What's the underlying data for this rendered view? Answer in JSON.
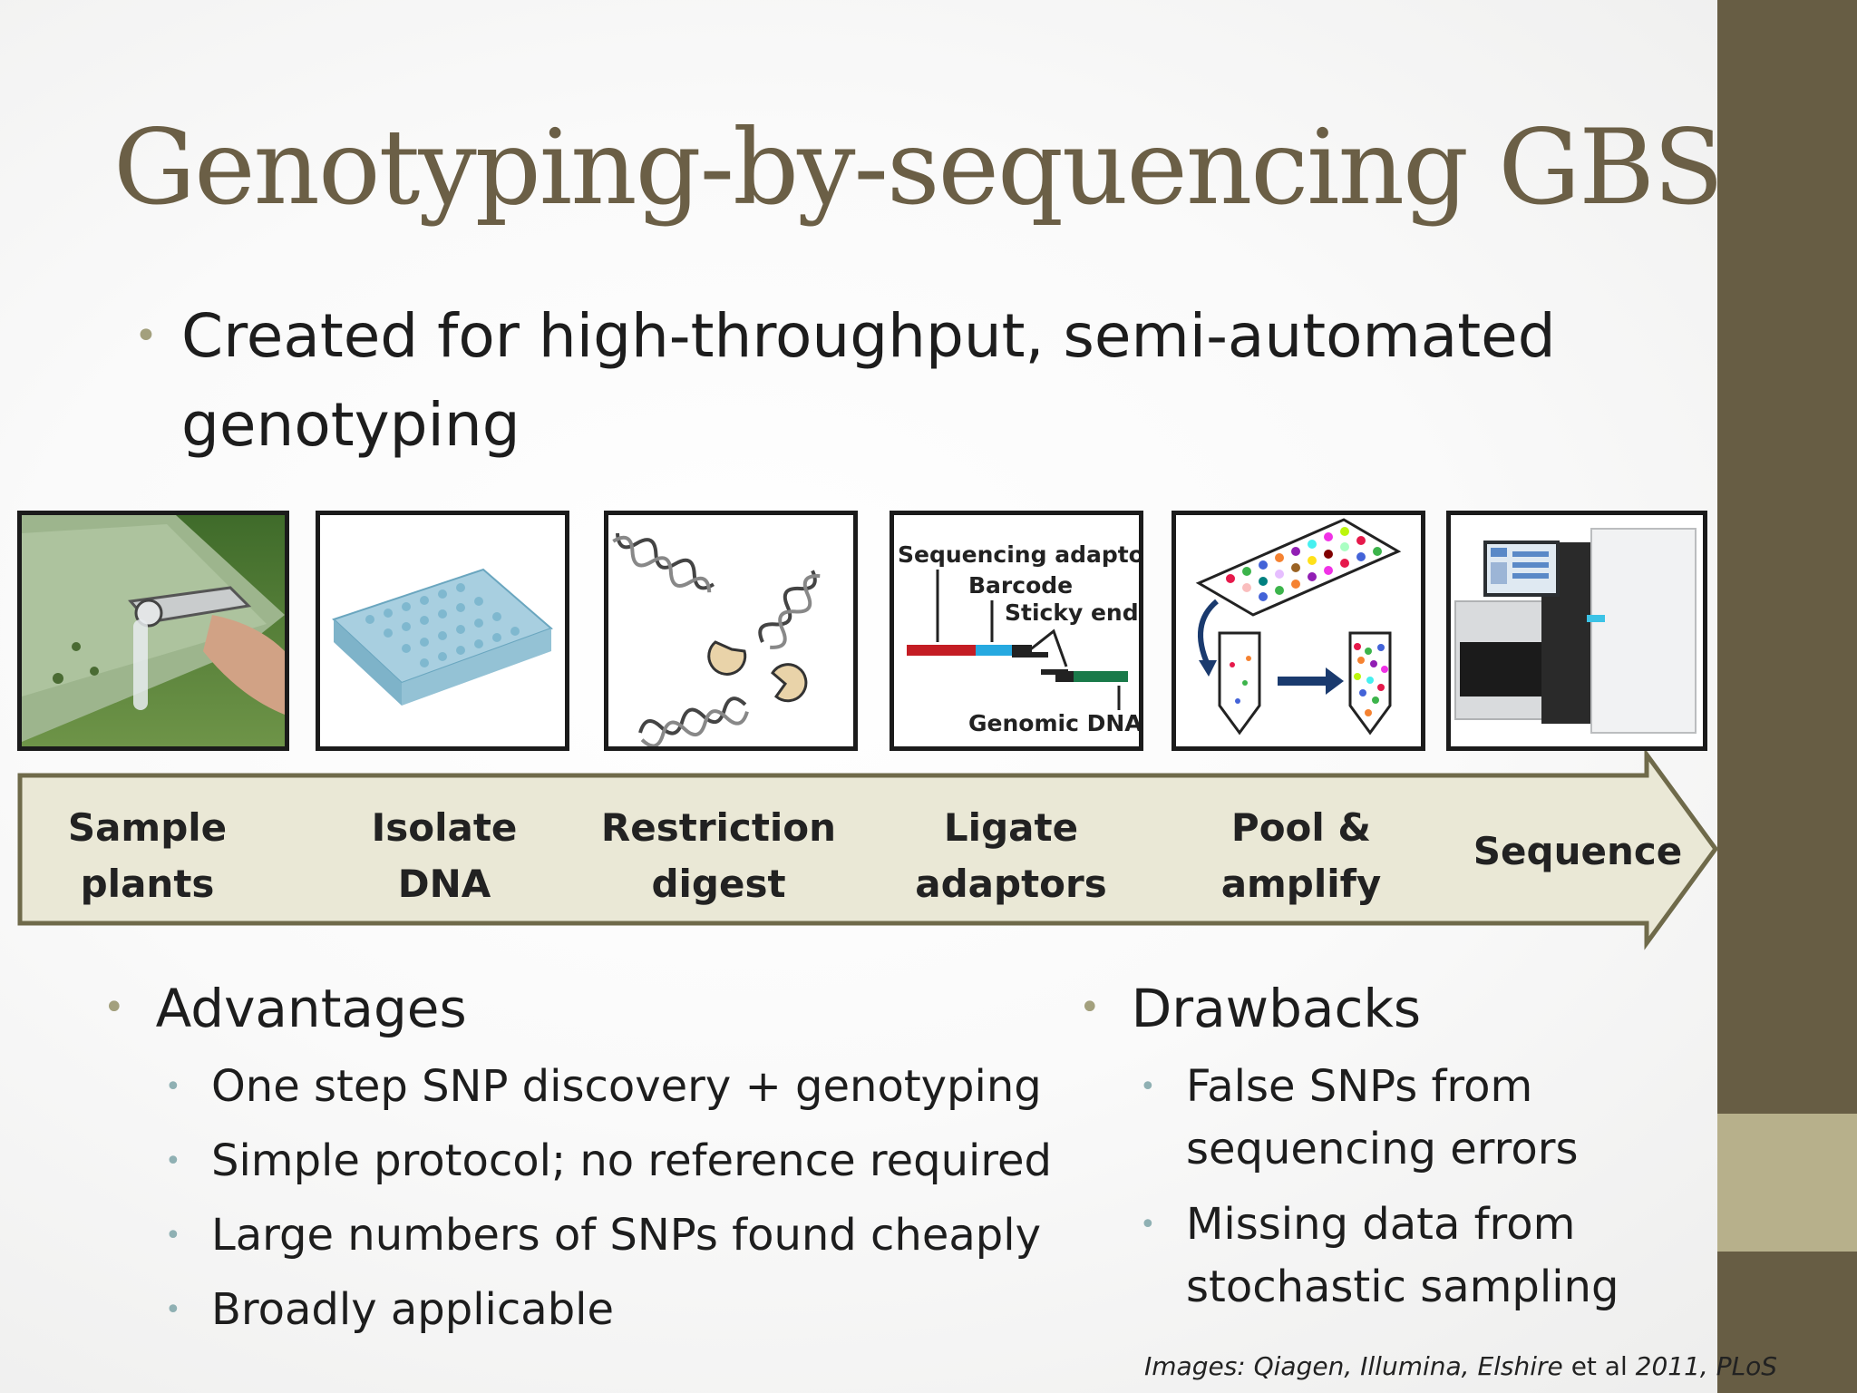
{
  "slide": {
    "title": "Genotyping-by-sequencing GBS",
    "main_bullet": "Created for high-throughput, semi-automated genotyping",
    "bullet_char": "•"
  },
  "workflow": {
    "steps": [
      {
        "label": "Sample\nplants"
      },
      {
        "label": "Isolate\nDNA"
      },
      {
        "label": "Restriction\ndigest"
      },
      {
        "label": "Ligate\nadaptors"
      },
      {
        "label": "Pool &\namplify"
      },
      {
        "label": "Sequence"
      }
    ],
    "ligate_diagram": {
      "sequencing_adaptor": "Sequencing adaptor",
      "barcode": "Barcode",
      "sticky_ends": "Sticky ends",
      "genomic_dna": "Genomic DNA"
    }
  },
  "advantages": {
    "heading": "Advantages",
    "items": [
      "One step SNP discovery + genotyping",
      "Simple protocol; no reference required",
      "Large numbers of SNPs found cheaply",
      "Broadly applicable"
    ]
  },
  "drawbacks": {
    "heading": "Drawbacks",
    "items": [
      "False SNPs from\nsequencing errors",
      "Missing data from\nstochastic sampling"
    ]
  },
  "credit": {
    "prefix": "Images: Qiagen, Illumina, Elshire ",
    "etal": "et al",
    "suffix": " 2011, PLoS"
  },
  "colors": {
    "title": "#6b5f46",
    "side_bar": "#675d44",
    "side_accent": "#b7b08b",
    "arrow_fill": "#eae8d6",
    "arrow_stroke": "#6f6a4a",
    "sub_bullet": "#8fb0b3"
  }
}
